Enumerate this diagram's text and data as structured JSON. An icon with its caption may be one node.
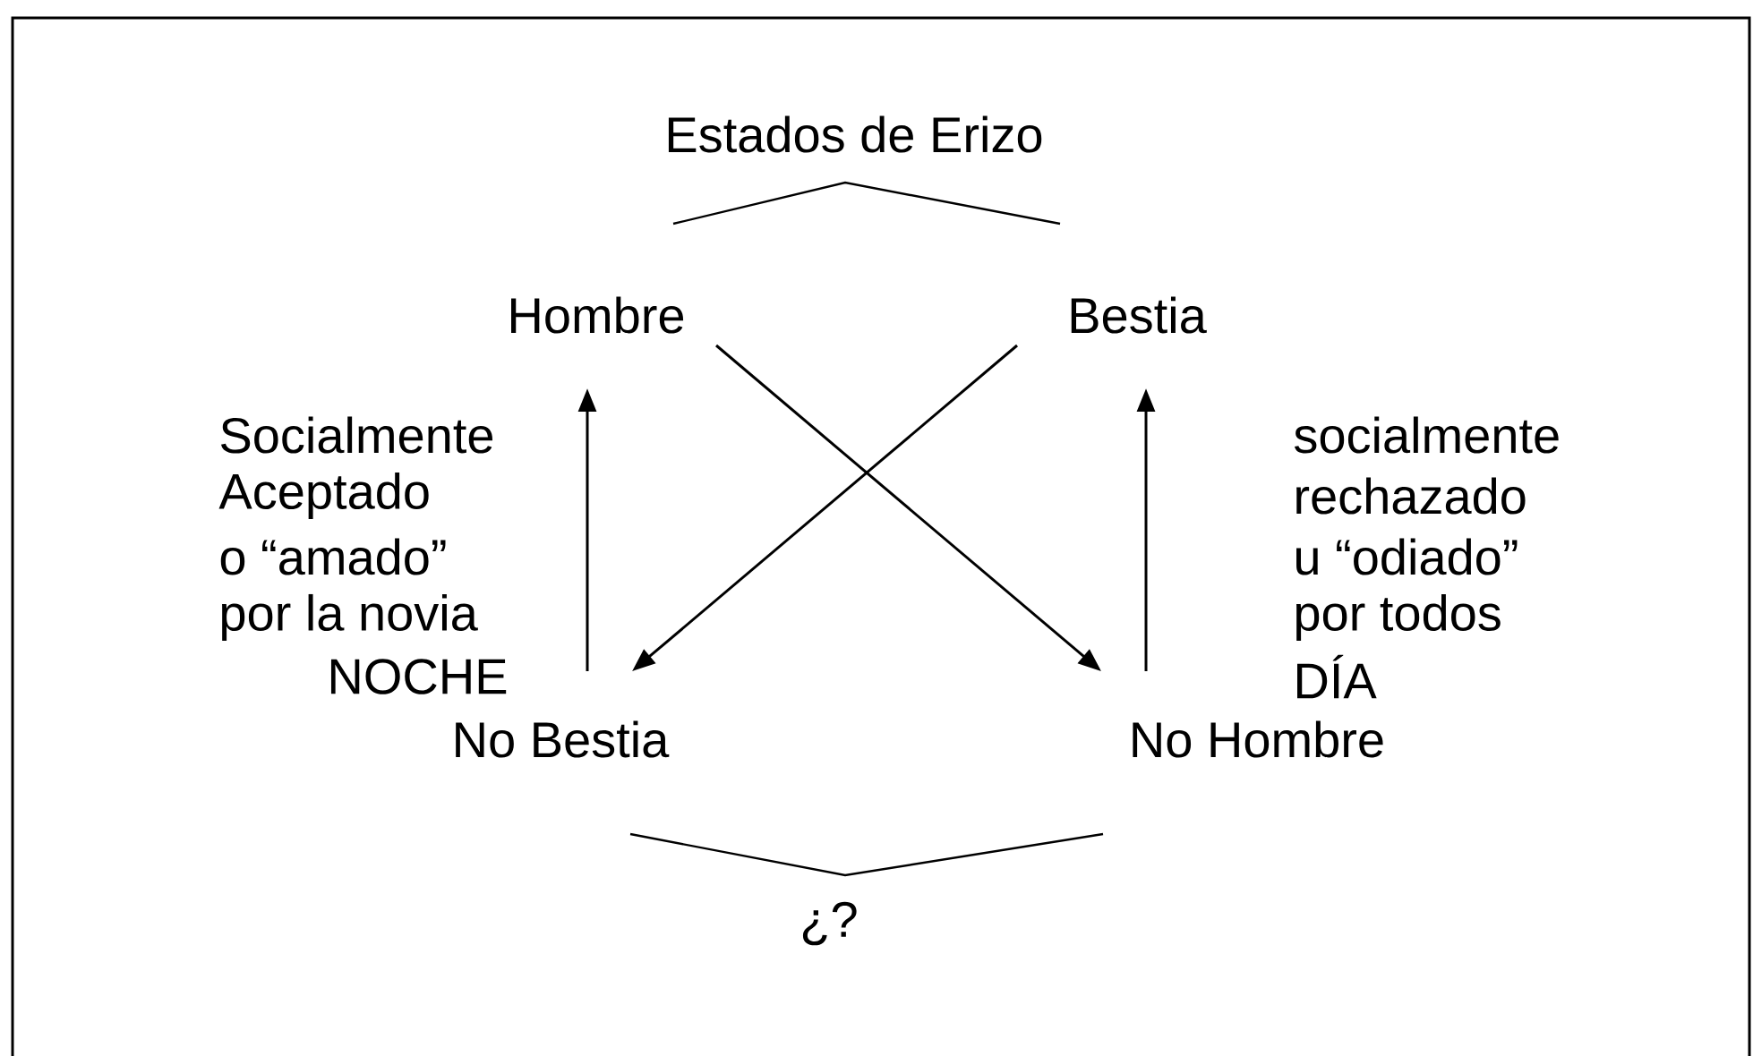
{
  "diagram": {
    "title": "Estados de Erizo",
    "nodes": [
      {
        "text": [
          "Hombre"
        ]
      },
      {
        "text": [
          "Bestia"
        ]
      },
      {
        "text": [
          "No Bestia"
        ]
      },
      {
        "text": [
          "No Hombre"
        ]
      }
    ],
    "edges": [
      {
        "from": 2,
        "to": 0,
        "arrow": "to"
      },
      {
        "from": 3,
        "to": 1,
        "arrow": "to"
      },
      {
        "from": 0,
        "to": 3,
        "arrow": "to"
      },
      {
        "from": 1,
        "to": 2,
        "arrow": "to"
      }
    ],
    "labels": [
      "Socialmente",
      "Aceptado",
      "o “amado”",
      "por la novia",
      "NOCHE",
      "socialmente",
      "rechazado",
      "u “odiado”",
      "por todos",
      "DÍA",
      "¿?"
    ]
  }
}
